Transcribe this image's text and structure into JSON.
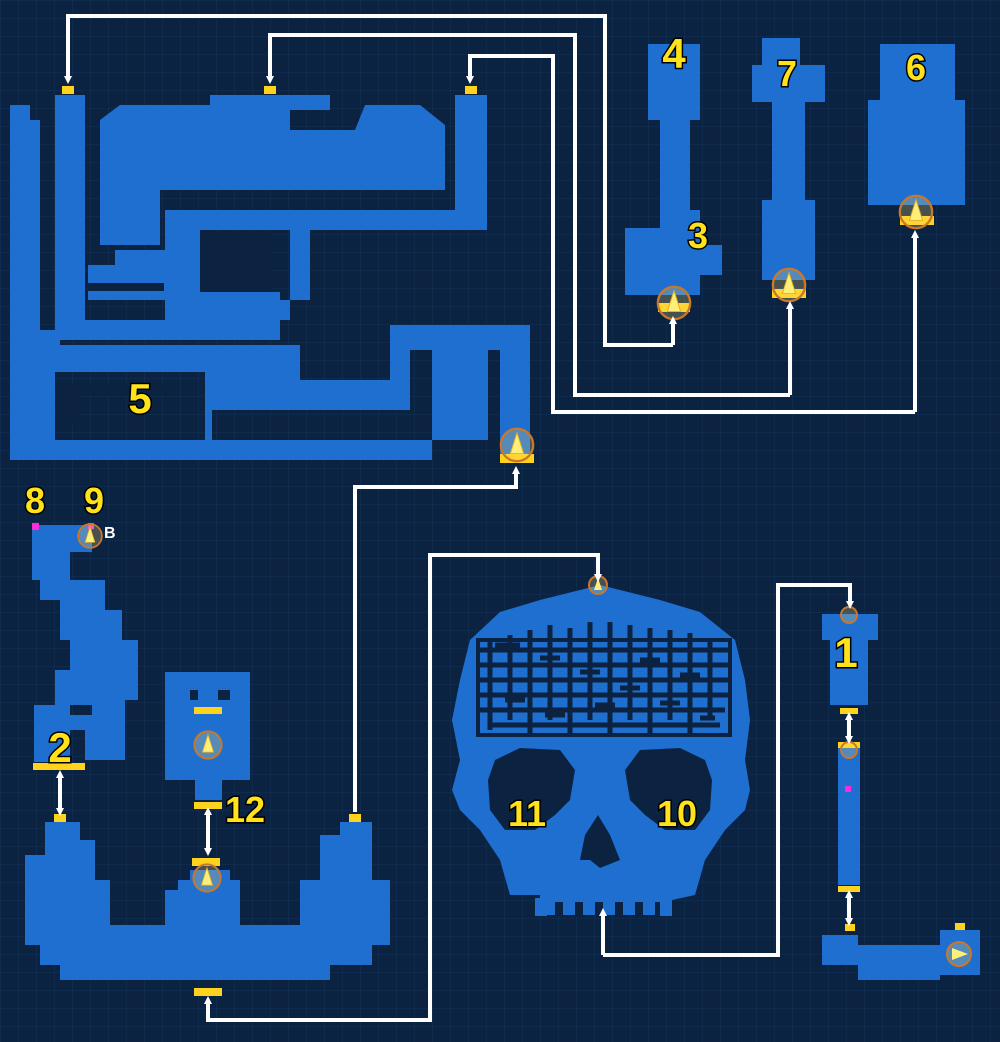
{
  "colors": {
    "background": "#0b2340",
    "grid": "#12305a",
    "room": "#1e6fd0",
    "pad": "#ffd21e",
    "label": "#ffe21a",
    "path": "#ffffff",
    "marker": "#ff2bd6",
    "warp_ring": "#c8782a",
    "warp_arrow": "#ffef7a"
  },
  "labels": {
    "area_1": "1",
    "area_2": "2",
    "area_3": "3",
    "area_4": "4",
    "area_5": "5",
    "area_6": "6",
    "area_7": "7",
    "area_8": "8",
    "area_9": "9",
    "area_10": "10",
    "area_11": "11",
    "area_12": "12",
    "boss_marker": "B"
  },
  "icons": {
    "warp": "up-arrow-warp-icon",
    "warp_right": "right-arrow-warp-icon",
    "marker": "magenta-square-marker",
    "link": "white-arrow-connector"
  }
}
